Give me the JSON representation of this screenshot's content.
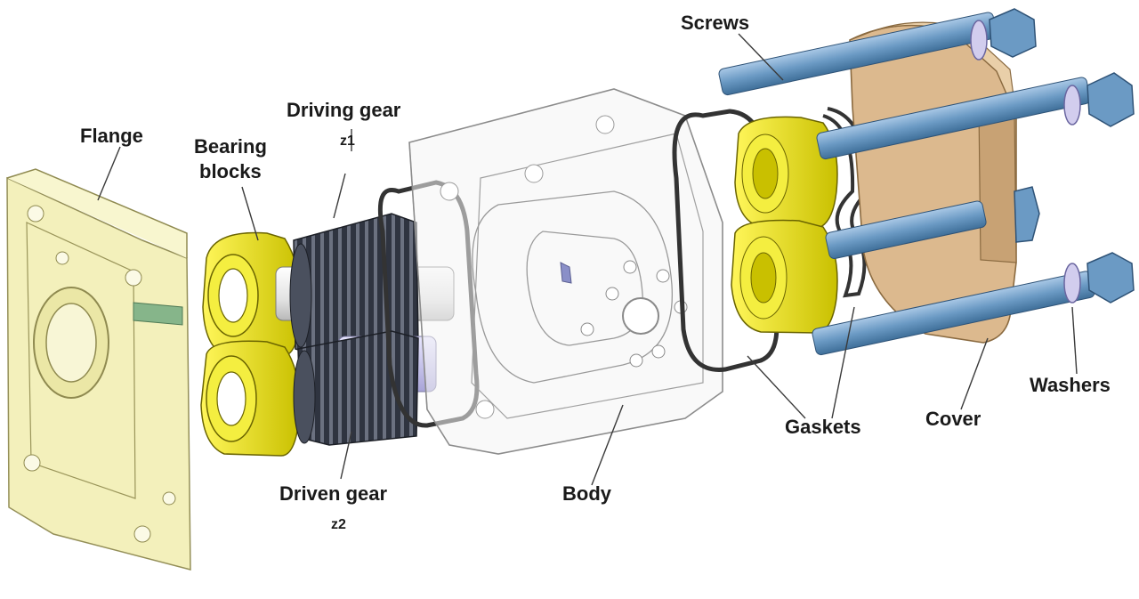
{
  "labels": {
    "screws": "Screws",
    "driving_gear": "Driving gear",
    "driving_gear_sub": "z1",
    "flange": "Flange",
    "bearing_blocks_line1": "Bearing",
    "bearing_blocks_line2": "blocks",
    "washers": "Washers",
    "gaskets": "Gaskets",
    "cover": "Cover",
    "body": "Body",
    "driven_gear": "Driven gear",
    "driven_gear_sub": "z2"
  },
  "colors": {
    "flange": "#f2efb0",
    "bearing": "#e8e000",
    "body_outline": "#9a9a9a",
    "cover": "#d9b58a",
    "screw": "#6b9ac4",
    "gear": "#2f3440",
    "gasket": "#3a3a3a",
    "shaft": "#e8e8e8",
    "washer": "#c9c3e8"
  }
}
